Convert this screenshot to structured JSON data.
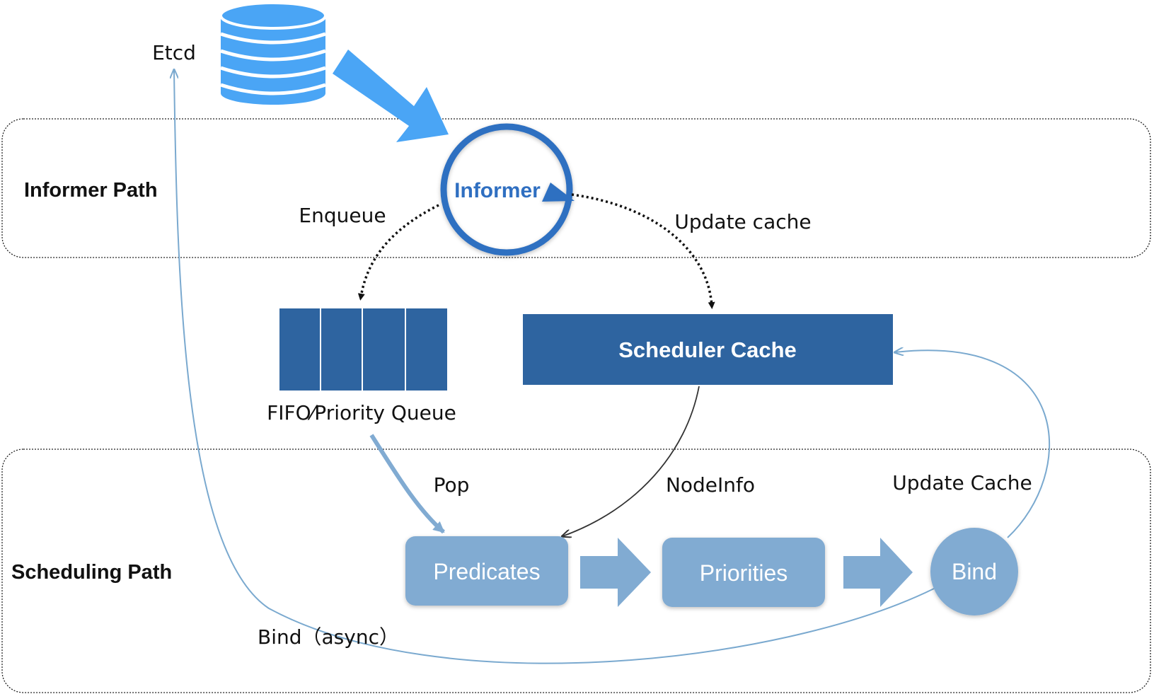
{
  "labels": {
    "etcd": "Etcd",
    "informer_path": "Informer Path",
    "scheduling_path": "Scheduling Path",
    "informer": "Informer",
    "enqueue": "Enqueue",
    "update_cache": "Update cache",
    "scheduler_cache": "Scheduler Cache",
    "queue": "FIFO⁄Priority Queue",
    "pop": "Pop",
    "nodeinfo": "NodeInfo",
    "update_cache_2": "Update Cache",
    "predicates": "Predicates",
    "priorities": "Priorities",
    "bind": "Bind",
    "bind_async": "Bind（async）"
  },
  "colors": {
    "database": "#4aa5f5",
    "informer_ring": "#2f6fc1",
    "dark_box": "#2e64a0",
    "light_box": "#81abd2",
    "thin_line": "#7aa9cf"
  },
  "icons": {
    "etcd": "database-icon",
    "informer": "refresh-circle-icon"
  }
}
